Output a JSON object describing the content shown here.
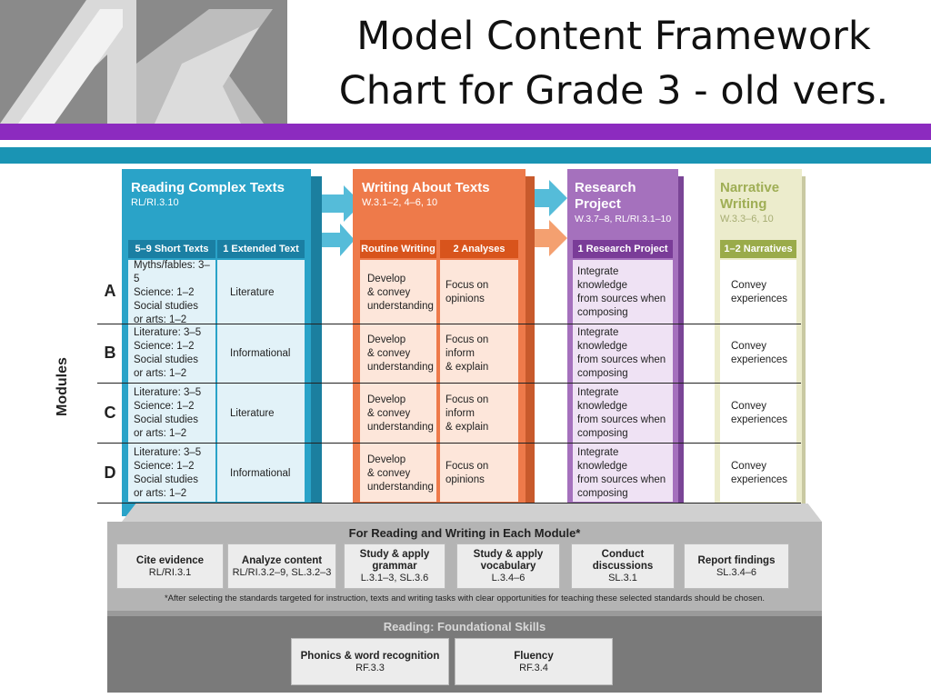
{
  "title": {
    "line1": "Model Content Framework",
    "line2": "Chart for Grade 3 - old vers."
  },
  "colors": {
    "purple_band": "#8c2bbf",
    "teal_band": "#1a94b4",
    "reading": "#2aa3c8",
    "writing": "#ee7a4a",
    "research": "#a571bd",
    "narrative": "#ececcc"
  },
  "modules_label": "Modules",
  "rows": [
    "A",
    "B",
    "C",
    "D"
  ],
  "reading": {
    "title": "Reading Complex Texts",
    "standards": "RL/RI.3.10",
    "sub1": "5–9  Short Texts",
    "sub2": "1 Extended Text",
    "short": [
      "Myths/fables: 3–5\nScience: 1–2\nSocial studies\nor arts: 1–2",
      "Literature: 3–5\nScience: 1–2\nSocial studies\nor arts: 1–2",
      "Literature: 3–5\nScience: 1–2\nSocial studies\nor arts: 1–2",
      "Literature: 3–5\nScience: 1–2\nSocial studies\nor arts: 1–2"
    ],
    "extended": [
      "Literature",
      "Informational",
      "Literature",
      "Informational"
    ]
  },
  "writing": {
    "title": "Writing About Texts",
    "standards": "W.3.1–2, 4–6, 10",
    "sub1": "Routine Writing",
    "sub2": "2 Analyses",
    "routine": [
      "Develop\n& convey\nunderstanding",
      "Develop\n& convey\nunderstanding",
      "Develop\n& convey\nunderstanding",
      "Develop\n& convey\nunderstanding"
    ],
    "analyses": [
      "Focus on\nopinions",
      "Focus on inform\n& explain",
      "Focus on inform\n& explain",
      "Focus on\nopinions"
    ]
  },
  "research": {
    "title": "Research Project",
    "standards": "W.3.7–8, RL/RI.3.1–10",
    "sub1": "1 Research Project",
    "cells": [
      "Integrate knowledge\nfrom sources when\ncomposing",
      "Integrate knowledge\nfrom sources when\ncomposing",
      "Integrate knowledge\nfrom sources when\ncomposing",
      "Integrate knowledge\nfrom sources when\ncomposing"
    ]
  },
  "narrative": {
    "title": "Narrative Writing",
    "standards": "W.3.3–6, 10",
    "sub1": "1–2 Narratives",
    "cells": [
      "Convey\nexperiences",
      "Convey\nexperiences",
      "Convey\nexperiences",
      "Convey\nexperiences"
    ]
  },
  "each_module": {
    "title": "For Reading and Writing in Each Module*",
    "boxes": [
      {
        "label": "Cite evidence",
        "std": "RL/RI.3.1"
      },
      {
        "label": "Analyze content",
        "std": "RL/RI.3.2–9, SL.3.2–3"
      },
      {
        "label": "Study & apply\ngrammar",
        "std": "L.3.1–3, SL.3.6"
      },
      {
        "label": "Study & apply\nvocabulary",
        "std": "L.3.4–6"
      },
      {
        "label": "Conduct\ndiscussions",
        "std": "SL.3.1"
      },
      {
        "label": "Report findings",
        "std": "SL.3.4–6"
      }
    ],
    "footnote": "*After selecting the standards targeted for instruction, texts and writing tasks with clear opportunities for teaching these selected standards should be chosen."
  },
  "foundational": {
    "title": "Reading: Foundational Skills",
    "boxes": [
      {
        "label": "Phonics & word recognition",
        "std": "RF.3.3"
      },
      {
        "label": "Fluency",
        "std": "RF.3.4"
      }
    ]
  }
}
